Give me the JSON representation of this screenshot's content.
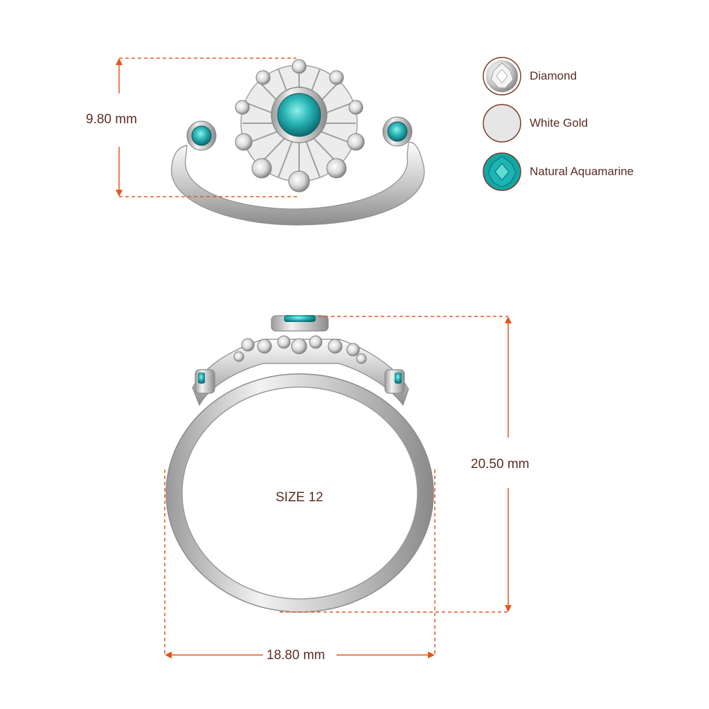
{
  "dimensions": {
    "top_height": "9.80 mm",
    "side_height": "20.50 mm",
    "side_width": "18.80 mm"
  },
  "size_label": "SIZE 12",
  "legend": [
    {
      "label": "Diamond",
      "icon": "diamond-swatch-icon"
    },
    {
      "label": "White Gold",
      "icon": "white-gold-swatch-icon"
    },
    {
      "label": "Natural Aquamarine",
      "icon": "aquamarine-swatch-icon"
    }
  ],
  "colors": {
    "dimension_line": "#e2571a",
    "label_text": "#5a2e22",
    "swatch_border": "#7a3a2a",
    "aquamarine": "#13a6a4",
    "white_gold": "#e6e6e6"
  }
}
